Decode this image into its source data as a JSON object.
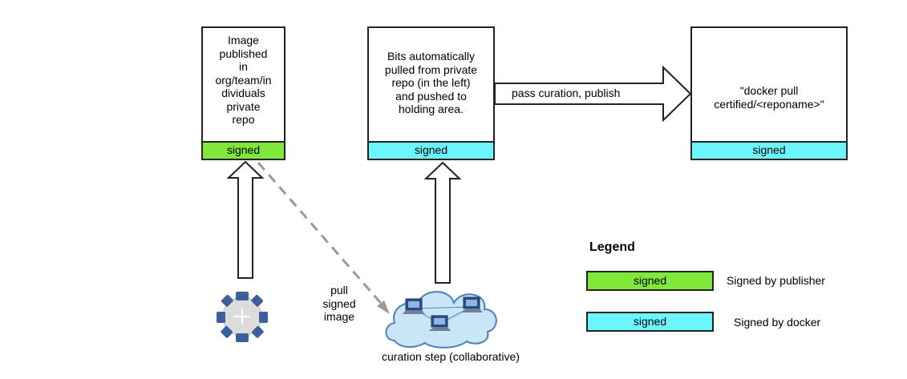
{
  "boxes": {
    "publisher": {
      "lines": [
        "Image",
        "published",
        "in",
        "org/team/in",
        "dividuals",
        "private",
        "repo"
      ],
      "badge": "signed"
    },
    "holding": {
      "lines": [
        "Bits automatically",
        "pulled from private",
        "repo (in the left)",
        "and pushed to",
        "holding area."
      ],
      "badge": "signed"
    },
    "certified": {
      "lines": [
        "\"docker pull",
        "certified/<reponame>\""
      ],
      "badge": "signed"
    }
  },
  "arrows": {
    "publish_label": "pass curation, publish"
  },
  "pull_label": [
    "pull",
    "signed",
    "image"
  ],
  "curation_label": "curation step (collaborative)",
  "legend": {
    "title": "Legend",
    "items": [
      {
        "swatch": "signed",
        "description": "Signed by publisher",
        "color": "#7fe83a"
      },
      {
        "swatch": "signed",
        "description": "Signed by docker",
        "color": "#6af6fb"
      }
    ]
  },
  "colors": {
    "publisher_signed": "#7fe83a",
    "docker_signed": "#6af6fb",
    "cloud": "#c9e6f7"
  },
  "icons": [
    "team-icon",
    "cloud-network-icon"
  ]
}
